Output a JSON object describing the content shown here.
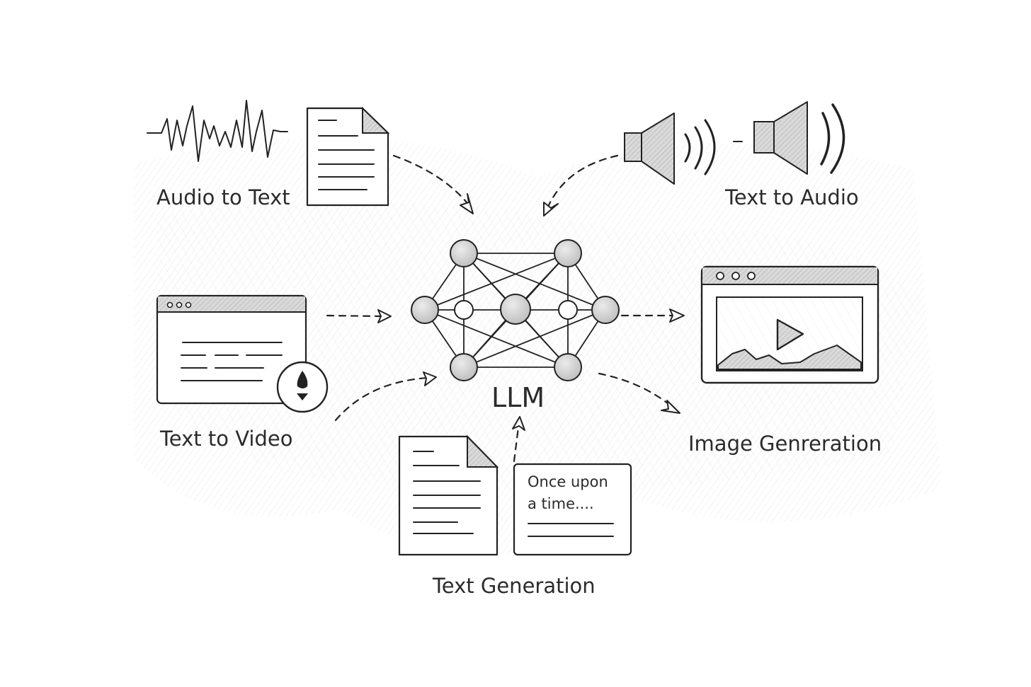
{
  "diagram": {
    "center_label": "LLM",
    "labels": {
      "audio_to_text": "Audio to Text",
      "text_to_audio": "Text to Audio",
      "text_to_video": "Text to Video",
      "image_generation": "Image Genreration",
      "text_generation": "Text Generation"
    },
    "story_card": {
      "line1": "Once upon",
      "line2": "a time...."
    },
    "colors": {
      "ink": "#222222",
      "node_fill": "#cfcfcf",
      "hatch": "#e6e6e6"
    }
  }
}
